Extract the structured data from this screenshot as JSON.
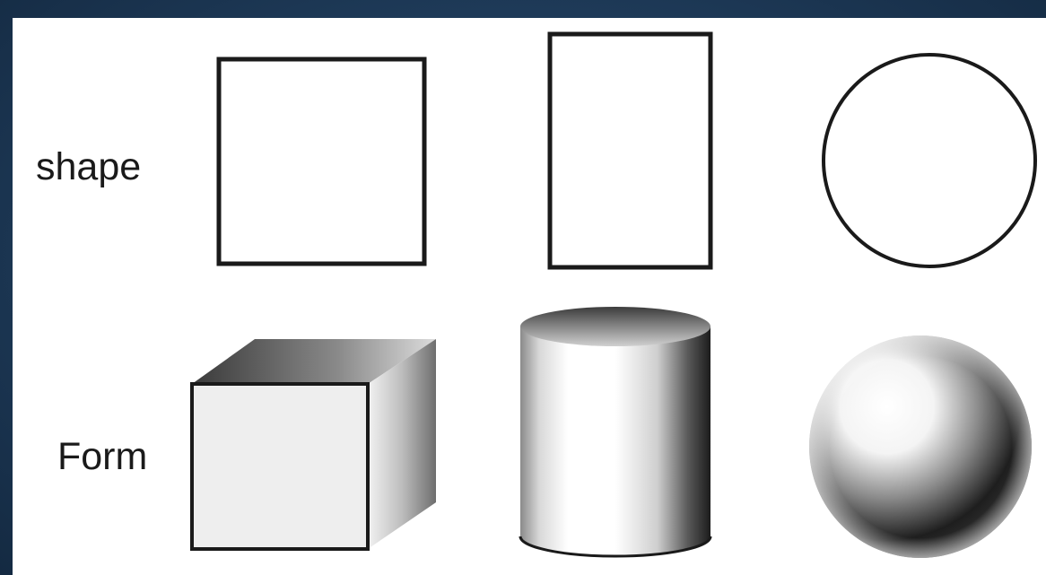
{
  "labels": {
    "shape": "shape",
    "form": "Form"
  },
  "colors": {
    "background": "#1e3a58",
    "panel": "#ffffff",
    "outline": "#1a1a1a"
  },
  "shapes": [
    "square",
    "rectangle",
    "circle"
  ],
  "forms": [
    "cube",
    "cylinder",
    "sphere"
  ]
}
